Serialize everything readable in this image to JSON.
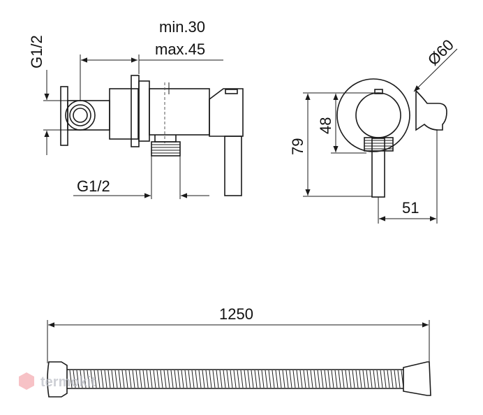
{
  "side_view": {
    "g_top_label": "G1/2",
    "min_label": "min.30",
    "max_label": "max.45",
    "g_bottom_label": "G1/2"
  },
  "front_view": {
    "diameter_label": "Ø60",
    "height_48_label": "48",
    "height_79_label": "79",
    "width_51_label": "51"
  },
  "hose": {
    "length_label": "1250"
  },
  "watermark": {
    "text": "termokit",
    "color": "#e8505b"
  },
  "colors": {
    "line": "#1a1a1a",
    "watermark_text": "#b9bcc4"
  }
}
